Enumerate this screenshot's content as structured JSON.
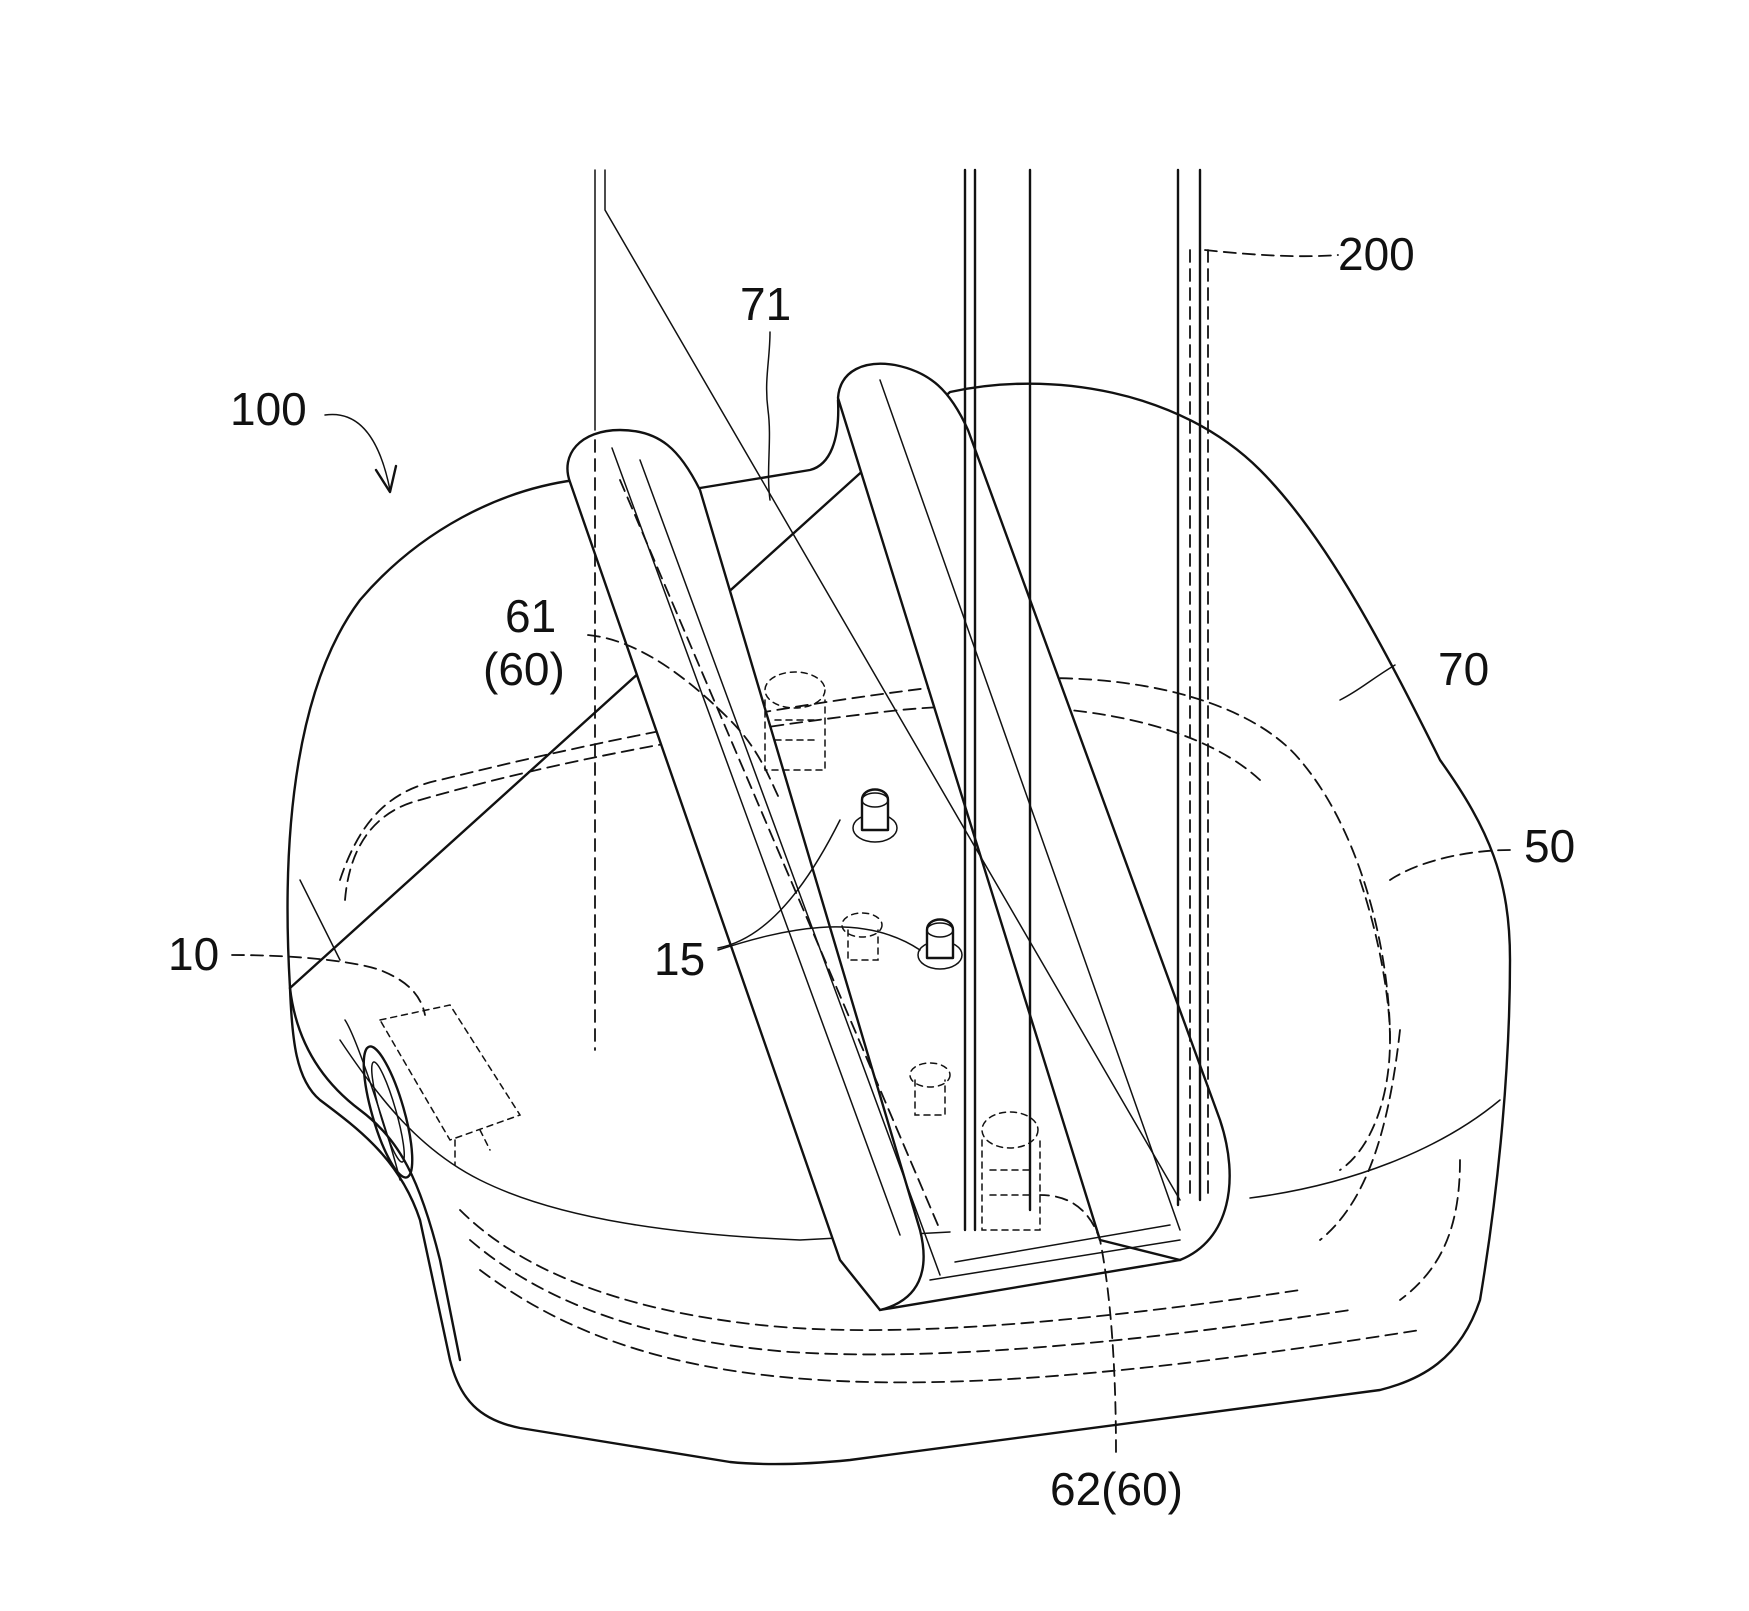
{
  "figure": {
    "labels": {
      "assembly": "100",
      "stand": "200",
      "slot": "71",
      "housing": "70",
      "base": "50",
      "module": "10",
      "pins": "15",
      "sensor_top_line1": "61",
      "sensor_top_line2": "(60)",
      "sensor_bottom": "62(60)"
    }
  }
}
